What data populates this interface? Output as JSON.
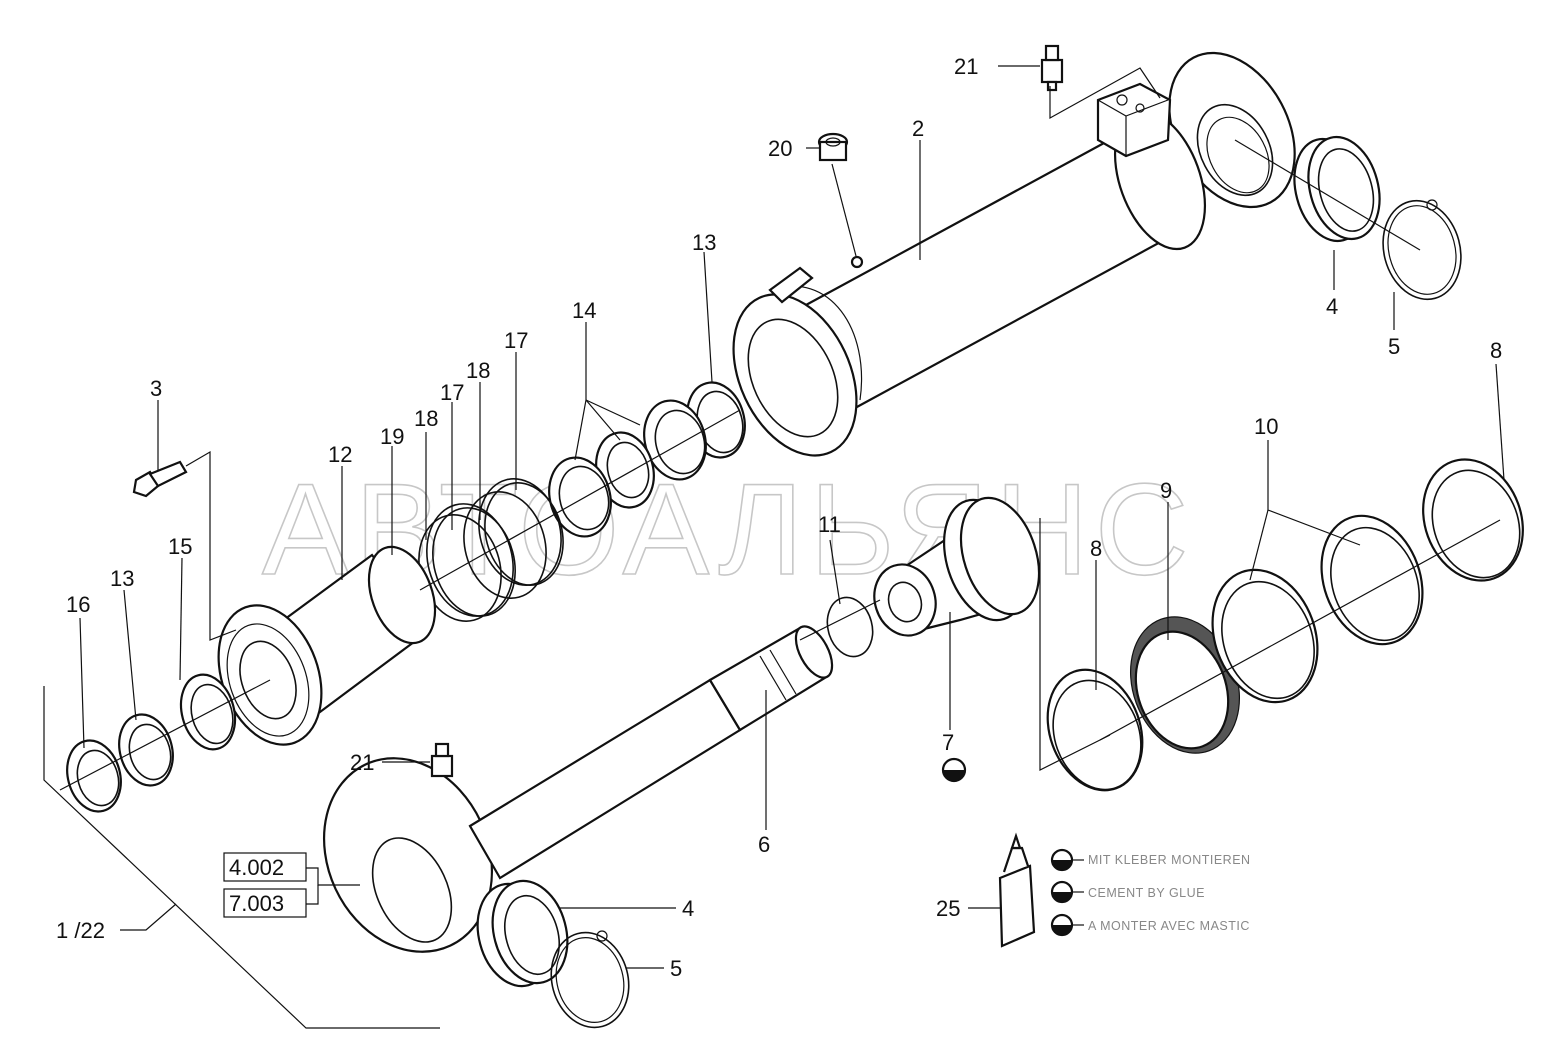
{
  "watermark": "АВТОАЛЬЯНС",
  "labels": {
    "l1": "1 /22",
    "l2": "2",
    "l3": "3",
    "l4a": "4",
    "l4b": "4",
    "l5a": "5",
    "l5b": "5",
    "l6": "6",
    "l7": "7",
    "l8a": "8",
    "l8b": "8",
    "l9": "9",
    "l10": "10",
    "l11": "11",
    "l12": "12",
    "l13a": "13",
    "l13b": "13",
    "l14": "14",
    "l15": "15",
    "l16": "16",
    "l17a": "17",
    "l17b": "17",
    "l18a": "18",
    "l18b": "18",
    "l19": "19",
    "l20": "20",
    "l21a": "21",
    "l21b": "21",
    "l25": "25"
  },
  "references": [
    "4.002",
    "7.003"
  ],
  "legend": [
    "MIT KLEBER MONTIEREN",
    "CEMENT BY GLUE",
    "A MONTER AVEC MASTIC"
  ]
}
